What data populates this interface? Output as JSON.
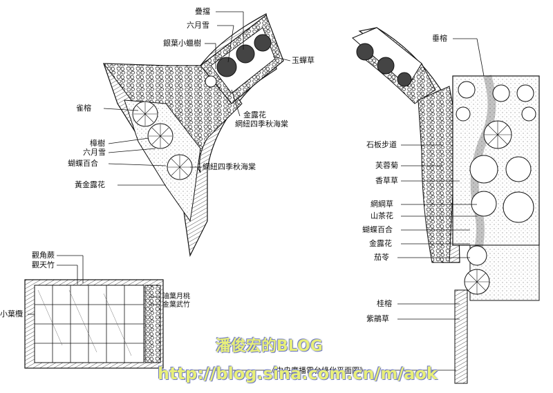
{
  "left_plan": {
    "labels": {
      "gaojian": "疊擋",
      "liuyuexue1": "六月雪",
      "yinyexiaola": "銀葉小蠟樹",
      "yumancao": "玉蟬草",
      "xianglu": "雀榕",
      "zhangshu": "樟樹",
      "liuyuexue2": "六月雪",
      "mufu": "蝴蝶百合",
      "huangjinlu": "黃金露花",
      "jinlou": "金露花",
      "jinlou_sub": "網紐四季秋海棠",
      "siji": "網紐四季秋海棠"
    }
  },
  "right_plan": {
    "labels": {
      "chuishu": "垂榕",
      "shiban": "石板步道",
      "furong": "芙蓉菊",
      "xiangcao": "香草草",
      "wangtian": "網綱草",
      "shancha": "山茶花",
      "hudie": "蝴蝶百合",
      "jinlu": "金露花",
      "yuehe": "茄苓",
      "guihua": "桂榕",
      "zijing": "紫鵑草"
    }
  },
  "bottom_plan": {
    "labels": {
      "guizhu": "觀角蕨",
      "tianzhu": "觀天竹",
      "xiaoyu": "小葉欖",
      "jinbian": "油葉月桃",
      "jinye": "金葉武竹"
    }
  },
  "caption": "《中央廣播電台綠化平面圖》",
  "watermark": {
    "line1": "潘俊宏的BLOG",
    "line2": "http://blog.sina.com.cn/m/aok"
  }
}
